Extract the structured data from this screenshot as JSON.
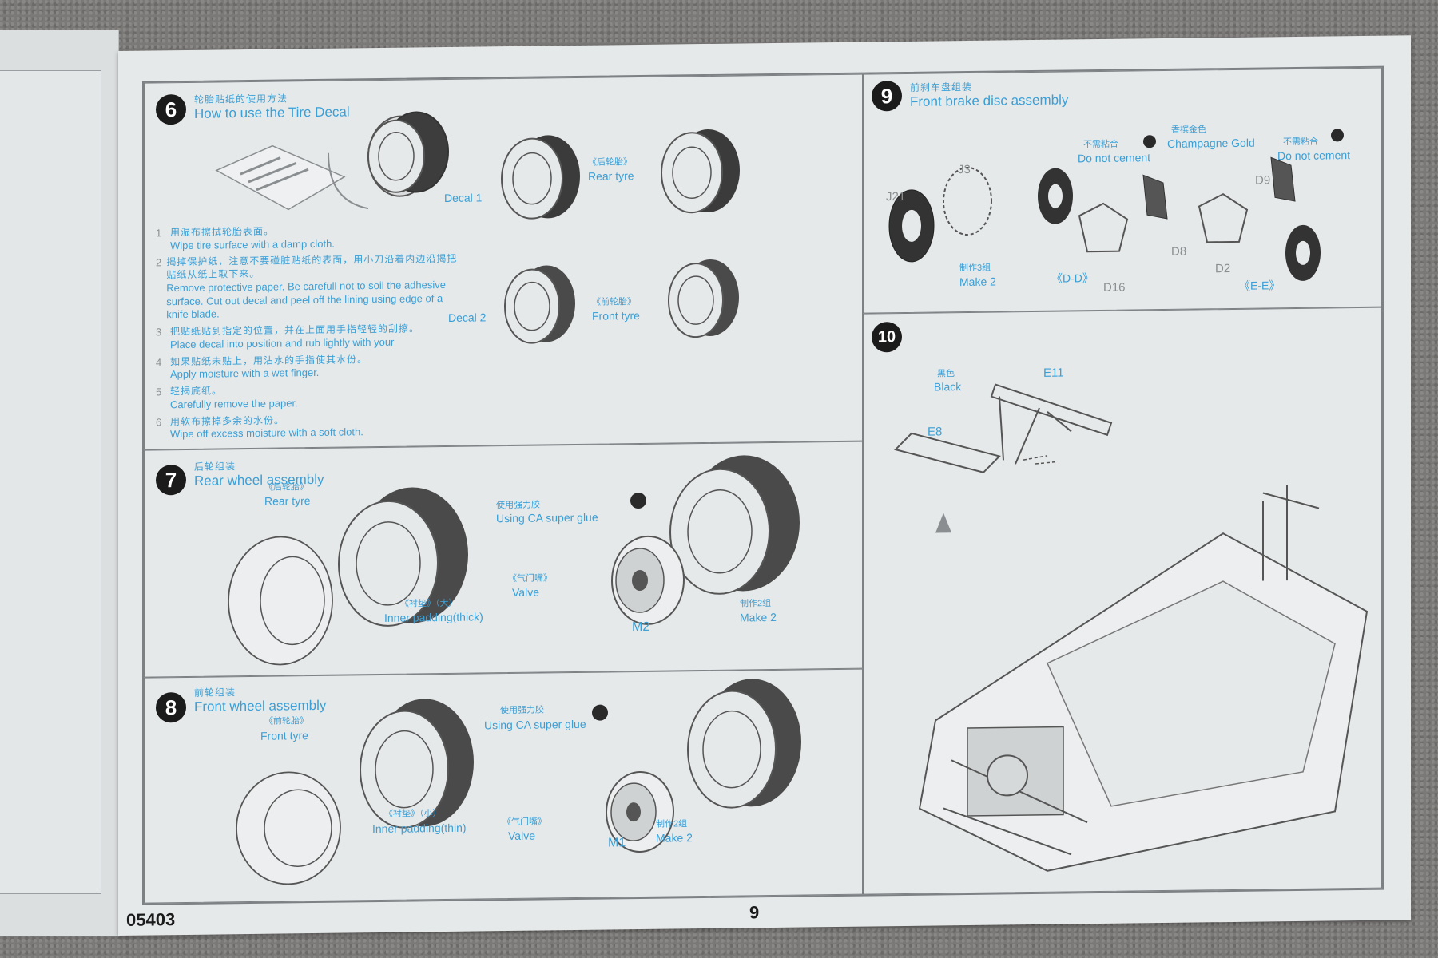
{
  "footer": {
    "code": "05403",
    "page_number": "9"
  },
  "step6": {
    "number": "6",
    "title_cn": "轮胎贴纸的使用方法",
    "title_en": "How to use the Tire Decal",
    "labels": {
      "decal1": "Decal 1",
      "rear_cn": "《后轮胎》",
      "rear_en": "Rear tyre",
      "decal2": "Decal 2",
      "front_cn": "《前轮胎》",
      "front_en": "Front tyre"
    },
    "instructions": [
      {
        "n": "1",
        "cn": "用湿布擦拭轮胎表面。",
        "en": "Wipe tire surface with a damp cloth."
      },
      {
        "n": "2",
        "cn": "揭掉保护纸，注意不要碰脏贴纸的表面，用小刀沿着内边沿揭把贴纸从纸上取下来。",
        "en": "Remove protective paper. Be carefull not to soil the adhesive surface. Cut out decal and peel off the lining using edge of a knife blade."
      },
      {
        "n": "3",
        "cn": "把贴纸贴到指定的位置，并在上面用手指轻轻的刮擦。",
        "en": "Place decal into position and rub lightly with your"
      },
      {
        "n": "4",
        "cn": "如果贴纸未贴上，用沾水的手指使其水份。",
        "en": "Apply moisture with a wet finger."
      },
      {
        "n": "5",
        "cn": "轻揭底纸。",
        "en": "Carefully remove the paper."
      },
      {
        "n": "6",
        "cn": "用软布擦掉多余的水份。",
        "en": "Wipe off excess moisture with a soft cloth."
      }
    ]
  },
  "step7": {
    "number": "7",
    "title_cn": "后轮组装",
    "title_en": "Rear wheel assembly",
    "labels": {
      "rear_cn": "《后轮胎》",
      "rear_en": "Rear tyre",
      "glue_cn": "使用强力胶",
      "glue_en": "Using CA super glue",
      "valve_cn": "《气门嘴》",
      "valve_en": "Valve",
      "pad_cn": "《衬垫》（大）",
      "pad_en": "Inner padding(thick)",
      "part": "M2",
      "make_cn": "制作2组",
      "make_en": "Make 2"
    }
  },
  "step8": {
    "number": "8",
    "title_cn": "前轮组装",
    "title_en": "Front wheel assembly",
    "labels": {
      "front_cn": "《前轮胎》",
      "front_en": "Front tyre",
      "glue_cn": "使用强力胶",
      "glue_en": "Using CA super glue",
      "valve_cn": "《气门嘴》",
      "valve_en": "Valve",
      "pad_cn": "《衬垫》（小）",
      "pad_en": "Inner padding(thin)",
      "part": "M1",
      "make_cn": "制作2组",
      "make_en": "Make 2"
    }
  },
  "step9": {
    "number": "9",
    "title_cn": "前刹车盘组装",
    "title_en": "Front brake disc assembly",
    "labels": {
      "j21": "J21",
      "j3": "J3",
      "make_cn": "制作3组",
      "make_en": "Make 2",
      "nocement1_cn": "不需粘合",
      "nocement1_en": "Do not cement",
      "gold_cn": "香槟金色",
      "gold_en": "Champagne Gold",
      "nocement2_cn": "不需粘合",
      "nocement2_en": "Do not cement",
      "d9": "D9",
      "d8": "D8",
      "d2": "D2",
      "d16": "D16",
      "dd": "《D-D》",
      "ee": "《E-E》"
    }
  },
  "step10": {
    "number": "10",
    "labels": {
      "black_cn": "黑色",
      "black_en": "Black",
      "e11": "E11",
      "e8": "E8"
    }
  }
}
